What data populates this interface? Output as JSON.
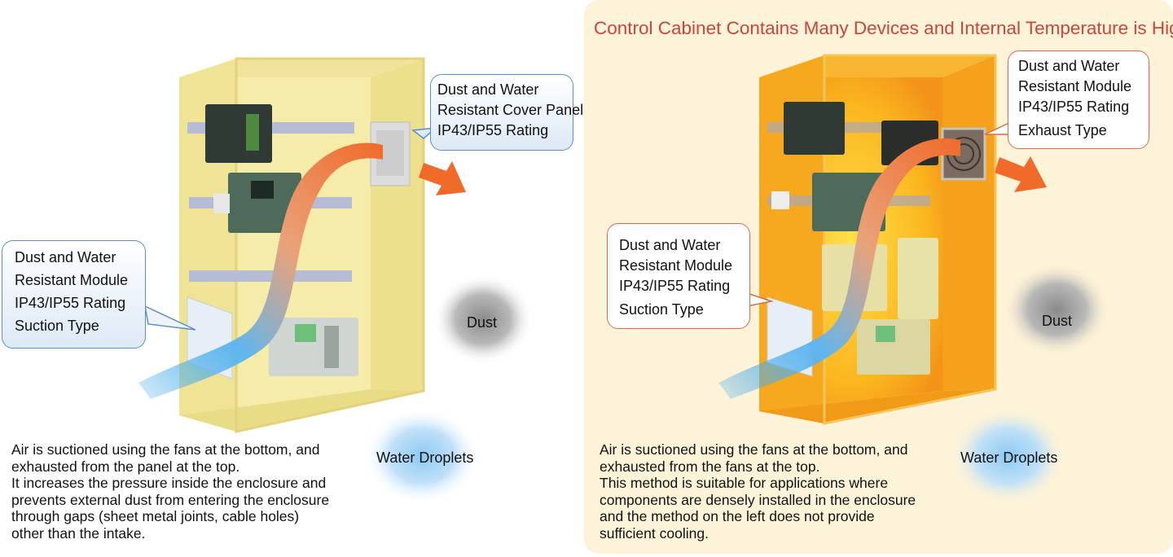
{
  "colors": {
    "accent_title": "#c8463c",
    "left_cabinet": "#f5ecaa",
    "right_cabinet": "#f7a21a",
    "right_background": "#fdf3d8",
    "blue_callout_border": "#5d8fc7",
    "red_callout_border": "#d96a4a"
  },
  "left": {
    "cover_panel_callout": [
      "Dust and Water",
      "Resistant Cover Panel",
      "IP43/IP55 Rating"
    ],
    "module_callout": [
      "Dust and Water",
      "Resistant Module",
      "IP43/IP55 Rating",
      "Suction Type"
    ],
    "dust_label": "Dust",
    "water_label": "Water Droplets",
    "description": [
      "Air is suctioned using the fans at the bottom, and",
      "exhausted from the panel at the top.",
      "It increases the pressure inside the enclosure and",
      "prevents external dust from entering the enclosure",
      "through gaps (sheet metal joints, cable holes)",
      "other than the intake."
    ]
  },
  "right": {
    "title": "Control Cabinet Contains Many Devices and Internal Temperature is High",
    "exhaust_callout": [
      "Dust and Water",
      "Resistant Module",
      "IP43/IP55 Rating",
      "Exhaust Type"
    ],
    "suction_callout": [
      "Dust and Water",
      "Resistant Module",
      "IP43/IP55 Rating",
      "Suction Type"
    ],
    "dust_label": "Dust",
    "water_label": "Water Droplets",
    "description": [
      "Air is suctioned using the fans at the bottom, and",
      "exhausted from the fans at the top.",
      "This method is suitable for applications where",
      "components are densely installed in the enclosure",
      "and the method on the left does not provide",
      "sufficient cooling."
    ]
  }
}
